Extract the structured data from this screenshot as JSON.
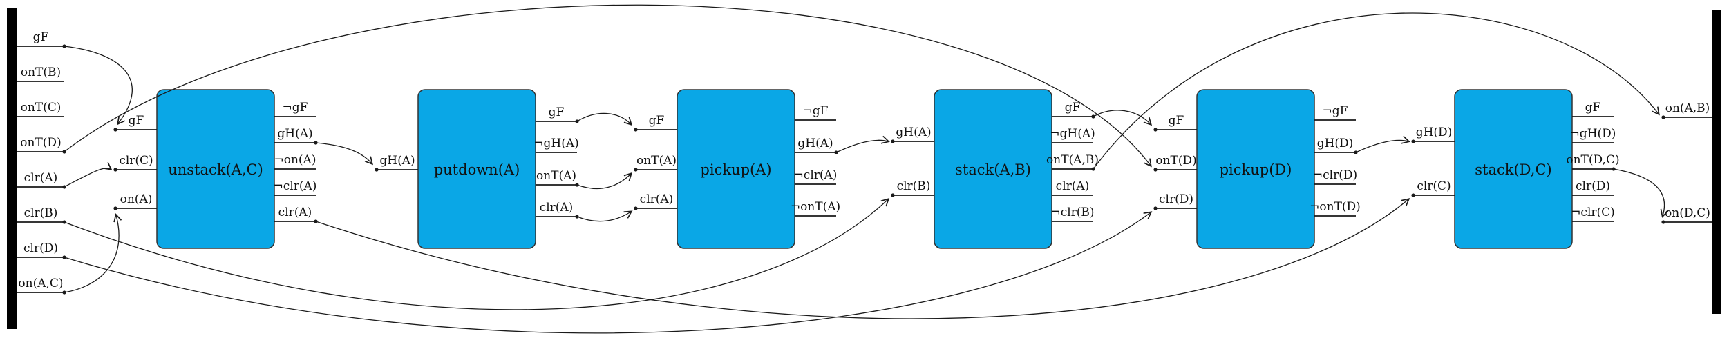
{
  "figure": {
    "title": "plan-causal-link-diagram",
    "type": "planning-causal-graph",
    "colors": {
      "action_fill": "#0aa7e6",
      "action_stroke": "#333333",
      "wire": "#1a1a1a",
      "state_bar": "#000000",
      "text": "#111111",
      "background": "#ffffff"
    },
    "initial_state": {
      "facts": [
        "gF",
        "onT(B)",
        "onT(C)",
        "onT(D)",
        "clr(A)",
        "clr(B)",
        "clr(D)",
        "on(A,C)"
      ]
    },
    "goal_state": {
      "facts": [
        "on(A,B)",
        "on(D,C)"
      ]
    },
    "actions": [
      {
        "id": "unstack",
        "label": "unstack(A,C)",
        "inputs": [
          "gF",
          "clr(C)",
          "on(A)"
        ],
        "outputs": [
          "¬gF",
          "gH(A)",
          "¬on(A)",
          "¬clr(A)",
          "clr(A)"
        ]
      },
      {
        "id": "putdown",
        "label": "putdown(A)",
        "inputs": [
          "gH(A)"
        ],
        "outputs": [
          "gF",
          "¬gH(A)",
          "onT(A)",
          "clr(A)"
        ]
      },
      {
        "id": "pickupA",
        "label": "pickup(A)",
        "inputs": [
          "gF",
          "onT(A)",
          "clr(A)"
        ],
        "outputs": [
          "¬gF",
          "gH(A)",
          "¬clr(A)",
          "¬onT(A)"
        ]
      },
      {
        "id": "stackAB",
        "label": "stack(A,B)",
        "inputs": [
          "gH(A)",
          "clr(B)"
        ],
        "outputs": [
          "gF",
          "¬gH(A)",
          "onT(A,B)",
          "clr(A)",
          "¬clr(B)"
        ]
      },
      {
        "id": "pickupD",
        "label": "pickup(D)",
        "inputs": [
          "gF",
          "onT(D)",
          "clr(D)"
        ],
        "outputs": [
          "¬gF",
          "gH(D)",
          "¬clr(D)",
          "¬onT(D)"
        ]
      },
      {
        "id": "stackDC",
        "label": "stack(D,C)",
        "inputs": [
          "gH(D)",
          "clr(C)"
        ],
        "outputs": [
          "gF",
          "¬gH(D)",
          "onT(D,C)",
          "clr(D)",
          "¬clr(C)"
        ]
      }
    ],
    "edges": [
      {
        "from": "init:gF",
        "to": "unstack:in:gF"
      },
      {
        "from": "init:clr(A)",
        "to": "unstack:in:clr(C)"
      },
      {
        "from": "init:on(A,C)",
        "to": "unstack:in:on(A)"
      },
      {
        "from": "unstack:out:gH(A)",
        "to": "putdown:in:gH(A)"
      },
      {
        "from": "putdown:out:gF",
        "to": "pickupA:in:gF"
      },
      {
        "from": "putdown:out:onT(A)",
        "to": "pickupA:in:onT(A)"
      },
      {
        "from": "putdown:out:clr(A)",
        "to": "pickupA:in:clr(A)"
      },
      {
        "from": "pickupA:out:gH(A)",
        "to": "stackAB:in:gH(A)"
      },
      {
        "from": "init:clr(B)",
        "to": "stackAB:in:clr(B)"
      },
      {
        "from": "stackAB:out:gF",
        "to": "pickupD:in:gF"
      },
      {
        "from": "init:onT(D)",
        "to": "pickupD:in:onT(D)"
      },
      {
        "from": "init:clr(D)",
        "to": "pickupD:in:clr(D)"
      },
      {
        "from": "pickupD:out:gH(D)",
        "to": "stackDC:in:gH(D)"
      },
      {
        "from": "unstack:out:clr(A)",
        "to": "stackDC:in:clr(C)"
      },
      {
        "from": "stackAB:out:onT(A,B)",
        "to": "goal:on(A,B)"
      },
      {
        "from": "stackDC:out:onT(D,C)",
        "to": "goal:on(D,C)"
      }
    ]
  }
}
